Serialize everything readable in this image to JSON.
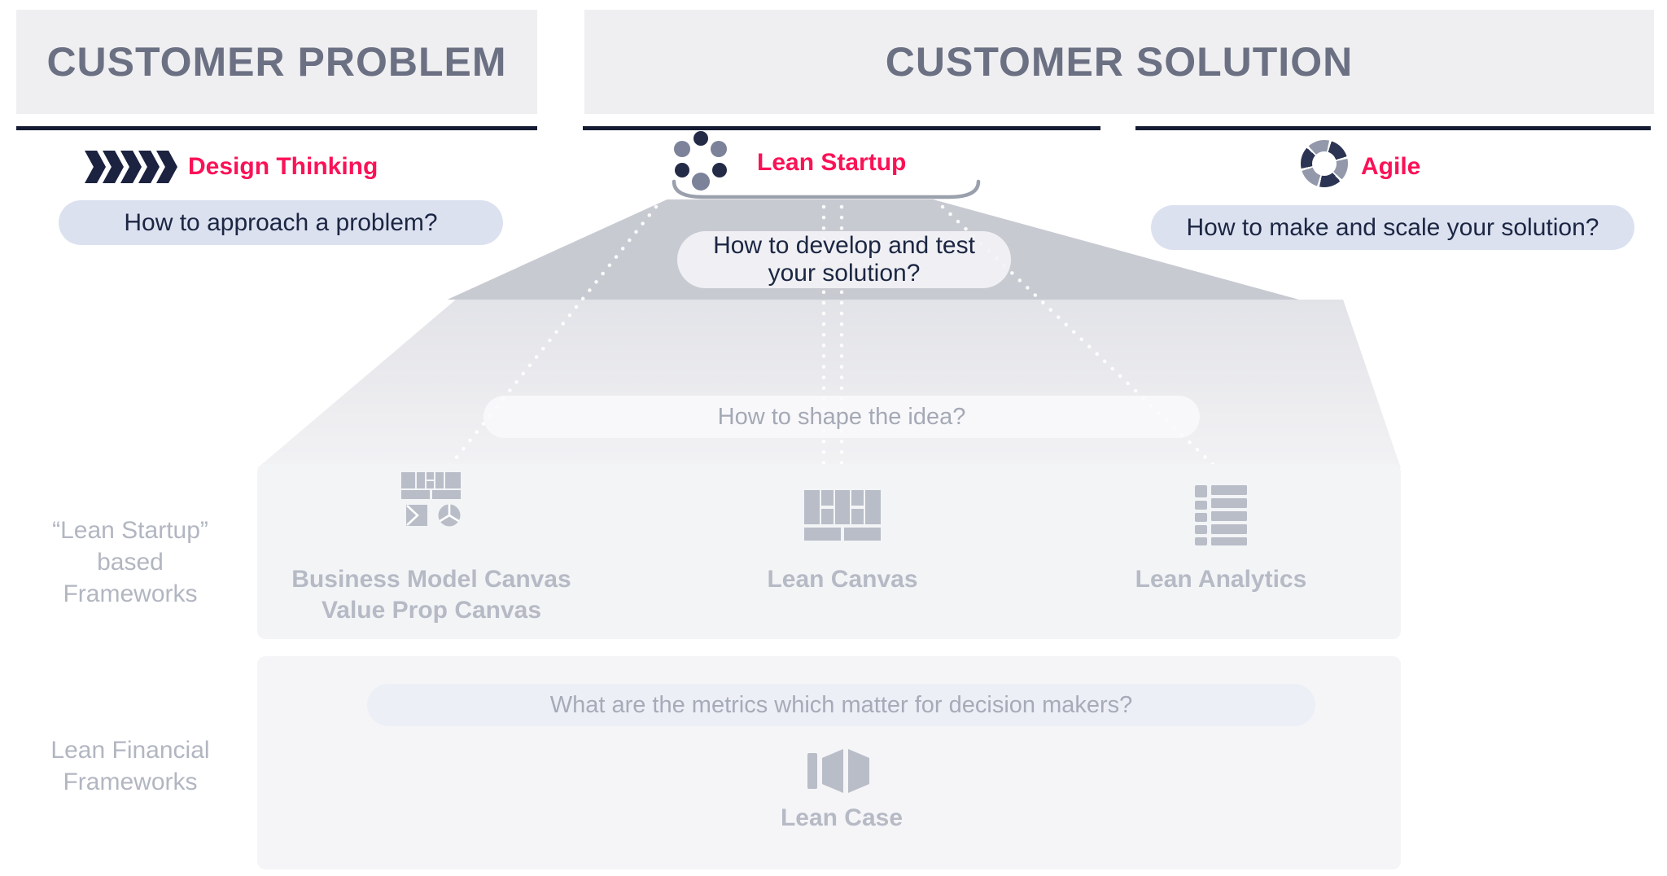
{
  "header": {
    "problem_title": "CUSTOMER PROBLEM",
    "solution_title": "CUSTOMER SOLUTION"
  },
  "methods": {
    "design_thinking": {
      "label": "Design Thinking",
      "icon": "chevrons-icon",
      "question": "How to approach a problem?"
    },
    "lean_startup": {
      "label": "Lean Startup",
      "icon": "build-measure-learn-cycle-icon",
      "question_line1": "How to develop and test",
      "question_line2": "your solution?"
    },
    "agile": {
      "label": "Agile",
      "icon": "lifesaver-ring-icon",
      "question": "How to make and scale your solution?"
    }
  },
  "funnel": {
    "question": "How to shape the idea?"
  },
  "frameworks_row": {
    "label_line1": "“Lean Startup”",
    "label_line2": "based",
    "label_line3": "Frameworks",
    "items": [
      {
        "icon": "business-model-canvas-icon",
        "name_line1": "Business Model Canvas",
        "name_line2": "Value Prop Canvas"
      },
      {
        "icon": "lean-canvas-icon",
        "name_line1": "Lean Canvas"
      },
      {
        "icon": "lean-analytics-icon",
        "name_line1": "Lean Analytics"
      }
    ]
  },
  "financial_row": {
    "label_line1": "Lean Financial",
    "label_line2": "Frameworks",
    "question": "What are the metrics which matter for decision makers?",
    "items": [
      {
        "icon": "lean-case-book-icon",
        "name_line1": "Lean Case"
      }
    ]
  },
  "colors": {
    "accent_pink": "#fa1257",
    "navy_rule": "#141b33",
    "header_bg": "#efeff1",
    "header_text": "#6b7083",
    "question_pill_bg": "#dce1f0",
    "question_pill_text": "#1b2642",
    "funnel_dark": "#c8cad2",
    "muted_icon_gray": "#b9bdc8",
    "muted_label_gray": "#b2b6c1"
  }
}
